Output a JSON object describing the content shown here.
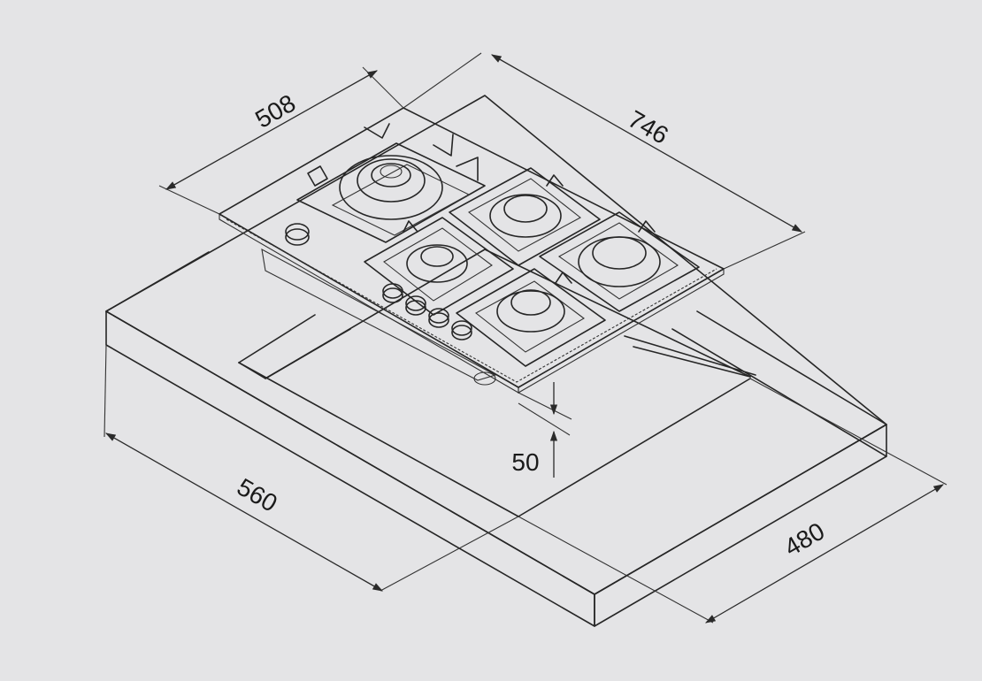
{
  "dimensions": {
    "hob_depth": "508",
    "hob_width": "746",
    "hob_height": "50",
    "cutout_width": "560",
    "cutout_depth": "480"
  },
  "colors": {
    "background": "#e4e4e6",
    "line": "#262626",
    "hob_top": "#e9e9eb",
    "worktop_top": "#e4e4e6"
  }
}
